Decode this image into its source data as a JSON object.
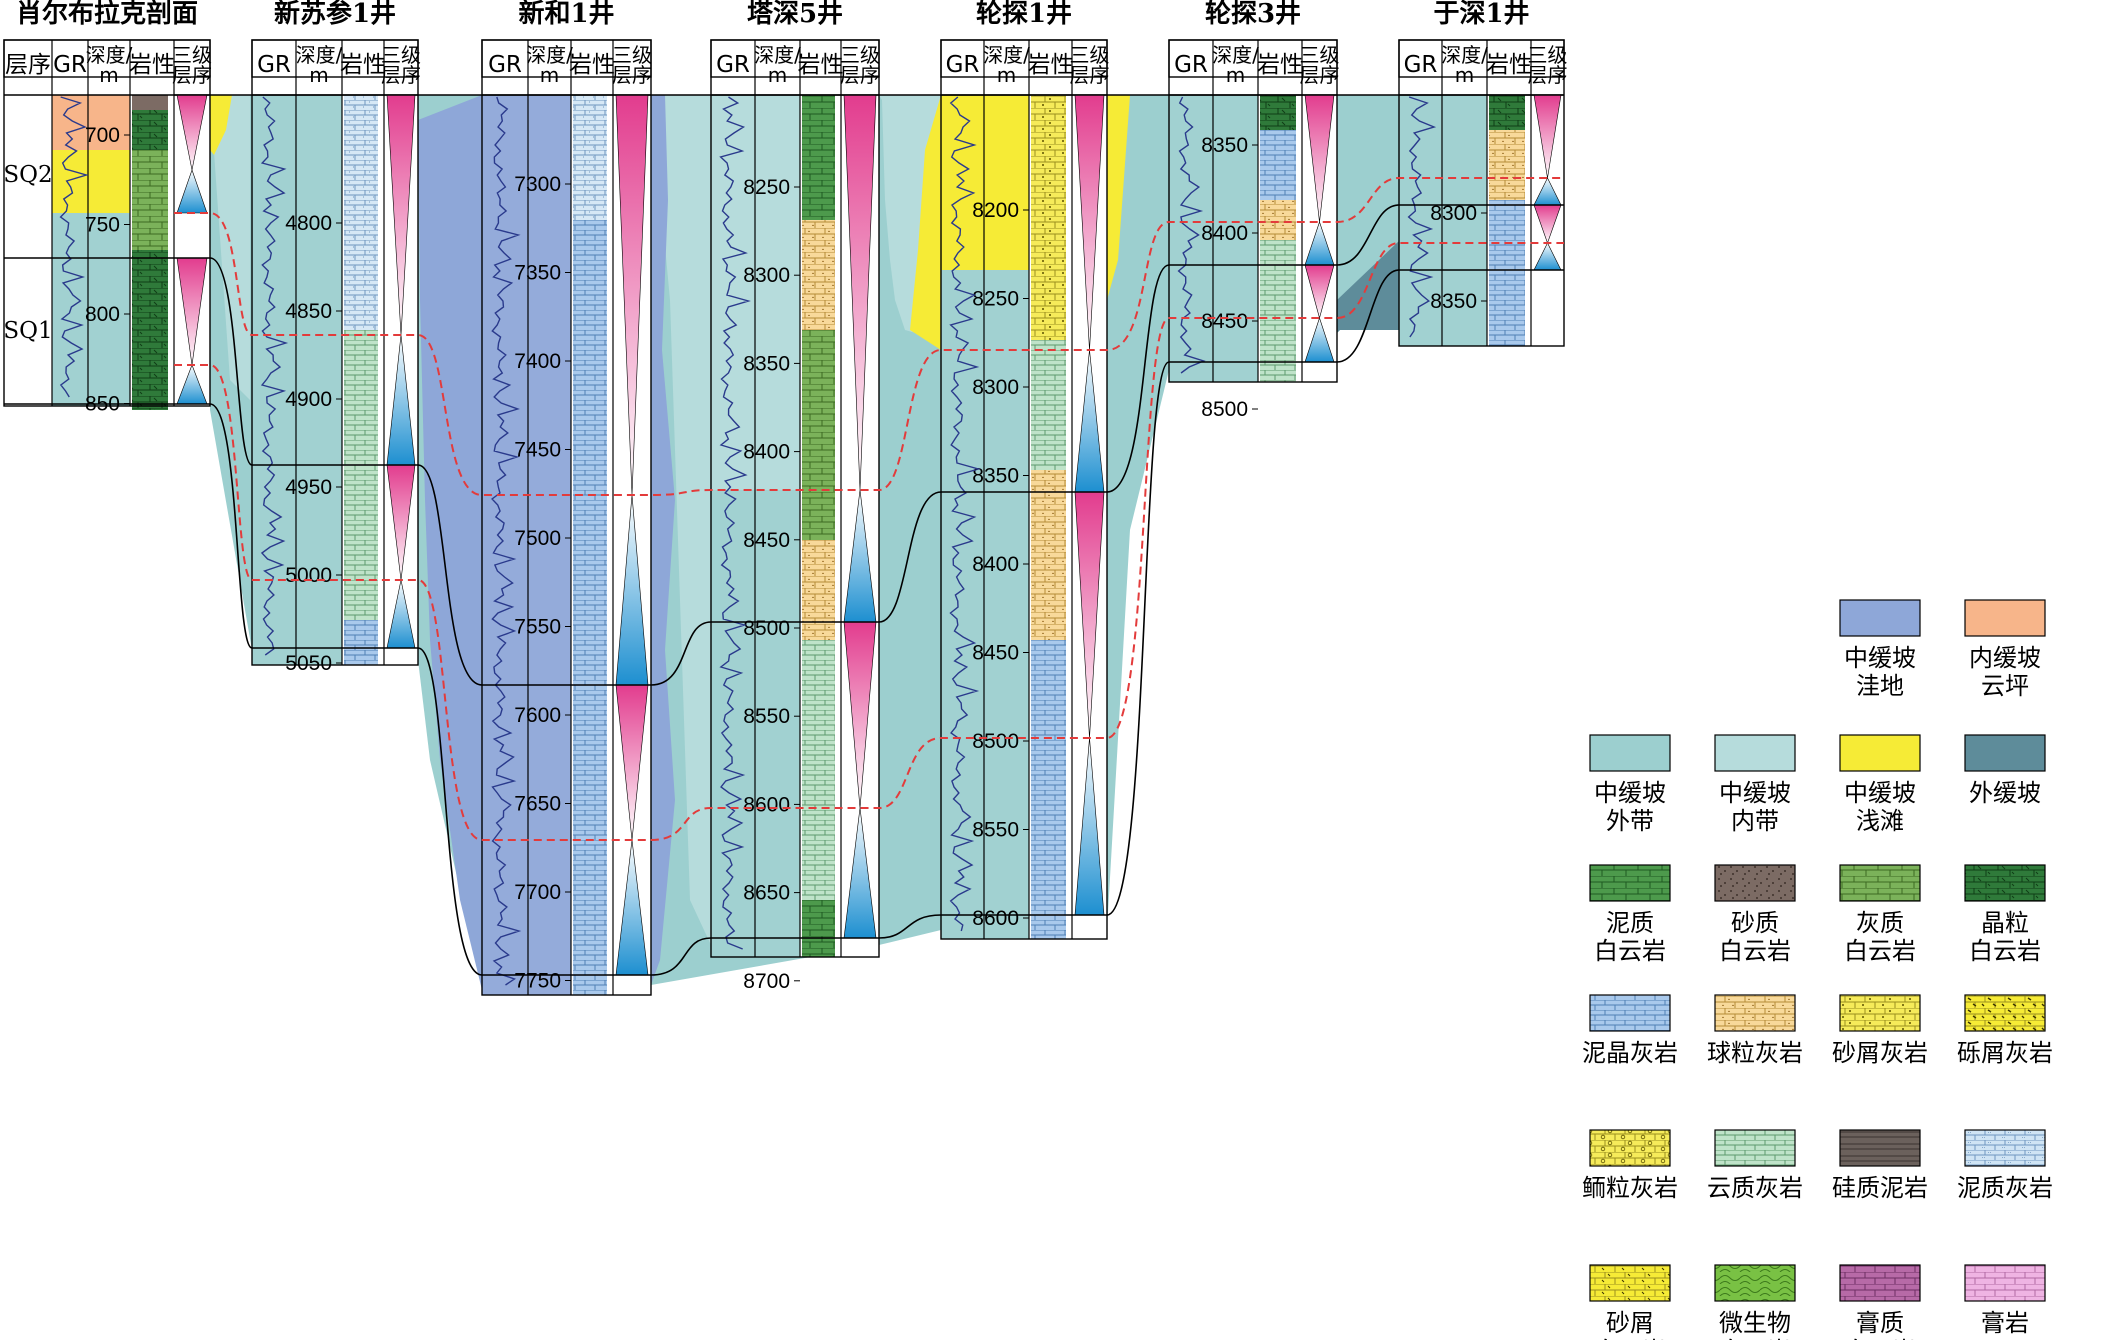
{
  "colors": {
    "mid_depression": "#8ea7d8",
    "mid_outer": "#9ccfcf",
    "mid_inner": "#b6dcdc",
    "shoal": "#f6eb36",
    "outer_ramp": "#5e8c9a",
    "inner_dolo_flat": "#f7b58a",
    "sequence_red": "#e33b3b",
    "gr_curve": "#2a3a8c"
  },
  "wells": [
    {
      "name": "肖尔布拉克剖面",
      "headers": [
        "层序",
        "GR",
        "深度/\nm",
        "岩性",
        "三级\n层序"
      ],
      "depths": [
        "700",
        "750",
        "800",
        "850"
      ],
      "sequences": [
        "SQ2",
        "SQ1"
      ]
    },
    {
      "name": "新苏参1井",
      "headers": [
        "GR",
        "深度/\nm",
        "岩性",
        "三级\n层序"
      ],
      "depths": [
        "4800",
        "4850",
        "4900",
        "4950",
        "5000",
        "5050"
      ]
    },
    {
      "name": "新和1井",
      "headers": [
        "GR",
        "深度/\nm",
        "岩性",
        "三级\n层序"
      ],
      "depths": [
        "7300",
        "7350",
        "7400",
        "7450",
        "7500",
        "7550",
        "7600",
        "7650",
        "7700",
        "7750"
      ]
    },
    {
      "name": "塔深5井",
      "headers": [
        "GR",
        "深度/\nm",
        "岩性",
        "三级\n层序"
      ],
      "depths": [
        "8250",
        "8300",
        "8350",
        "8400",
        "8450",
        "8500",
        "8550",
        "8600",
        "8650",
        "8700"
      ]
    },
    {
      "name": "轮探1井",
      "headers": [
        "GR",
        "深度/\nm",
        "岩性",
        "三级\n层序"
      ],
      "depths": [
        "8200",
        "8250",
        "8300",
        "8350",
        "8400",
        "8450",
        "8500",
        "8550",
        "8600"
      ]
    },
    {
      "name": "轮探3井",
      "headers": [
        "GR",
        "深度/\nm",
        "岩性",
        "三级\n层序"
      ],
      "depths": [
        "8350",
        "8400",
        "8450",
        "8500"
      ]
    },
    {
      "name": "于深1井",
      "headers": [
        "GR",
        "深度/\nm",
        "岩性",
        "三级\n层序"
      ],
      "depths": [
        "8300",
        "8350"
      ]
    }
  ],
  "legend": [
    {
      "label": "中缓坡\n洼地",
      "icon": "fill-mid-depression"
    },
    {
      "label": "内缓坡\n云坪",
      "icon": "fill-inner-dolo-flat"
    },
    {
      "label": "中缓坡\n外带",
      "icon": "fill-mid-outer"
    },
    {
      "label": "中缓坡\n内带",
      "icon": "fill-mid-inner"
    },
    {
      "label": "中缓坡\n浅滩",
      "icon": "fill-shoal"
    },
    {
      "label": "外缓坡",
      "icon": "fill-outer-ramp"
    },
    {
      "label": "泥质\n白云岩",
      "icon": "lith-argillaceous-dolomite"
    },
    {
      "label": "砂质\n白云岩",
      "icon": "lith-sandy-dolomite"
    },
    {
      "label": "灰质\n白云岩",
      "icon": "lith-calcareous-dolomite"
    },
    {
      "label": "晶粒\n白云岩",
      "icon": "lith-crystalline-dolomite"
    },
    {
      "label": "泥晶灰岩",
      "icon": "lith-micrite"
    },
    {
      "label": "球粒灰岩",
      "icon": "lith-pellet-limestone"
    },
    {
      "label": "砂屑灰岩",
      "icon": "lith-calcarenite"
    },
    {
      "label": "砾屑灰岩",
      "icon": "lith-calcirudite"
    },
    {
      "label": "鲕粒灰岩",
      "icon": "lith-oolitic-limestone"
    },
    {
      "label": "云质灰岩",
      "icon": "lith-dolomitic-limestone"
    },
    {
      "label": "硅质泥岩",
      "icon": "lith-siliceous-mudstone"
    },
    {
      "label": "泥质灰岩",
      "icon": "lith-argillaceous-limestone"
    },
    {
      "label": "砂屑\n白云岩",
      "icon": "lith-calcarenite-dolomite"
    },
    {
      "label": "微生物\n白云岩",
      "icon": "lith-microbial-dolomite"
    },
    {
      "label": "膏质\n白云岩",
      "icon": "lith-gypsiferous-dolomite"
    },
    {
      "label": "膏岩",
      "icon": "lith-gypsum"
    }
  ]
}
